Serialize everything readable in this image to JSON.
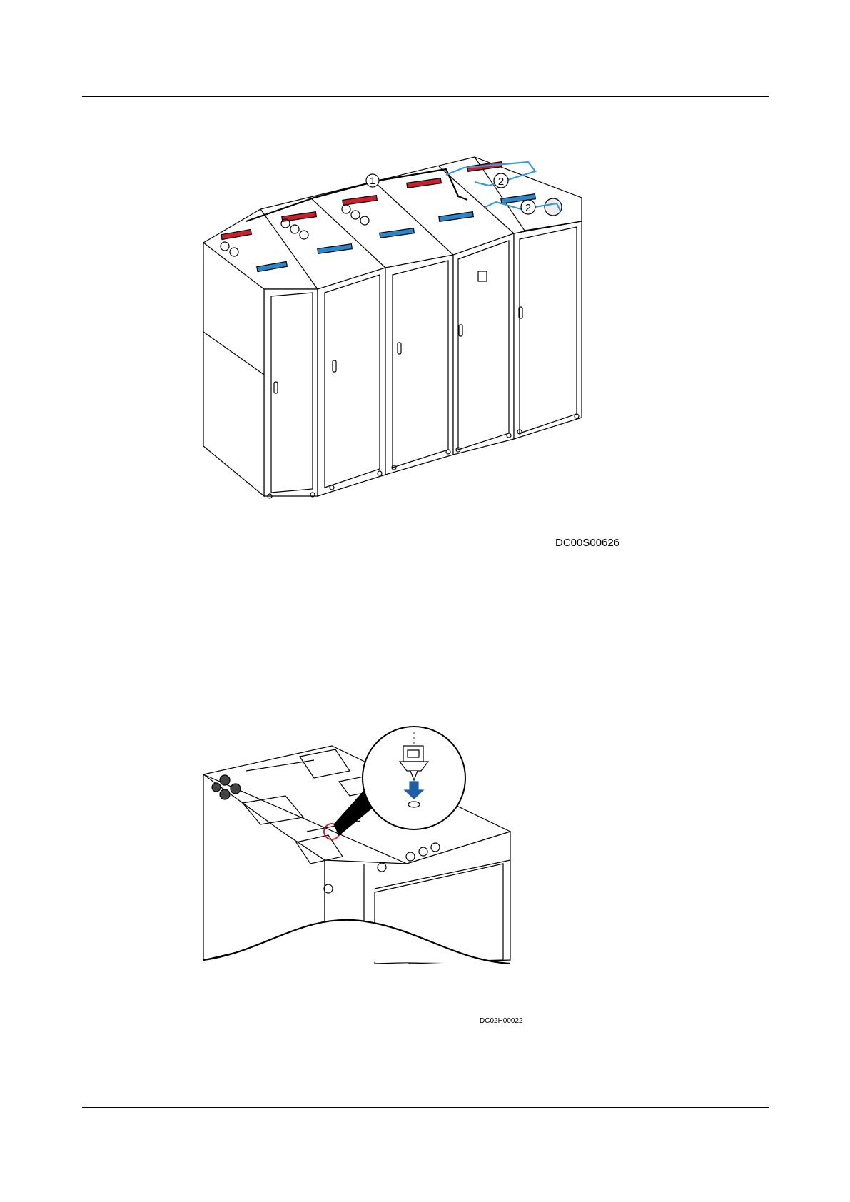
{
  "figure1": {
    "code": "DC00S00626",
    "callouts": [
      "1",
      "2",
      "2"
    ]
  },
  "figure2": {
    "code": "DC02H00022"
  },
  "colors": {
    "positive_busbar": "#c8202c",
    "negative_busbar": "#2a86c8",
    "cable_route": "#3a9ad9",
    "highlight_circle": "#d0202a",
    "arrow": "#1f5fa8"
  }
}
